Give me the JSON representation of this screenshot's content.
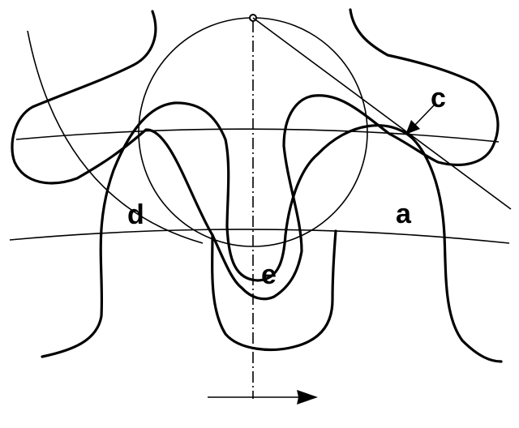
{
  "labels": {
    "a": "a",
    "c": "c",
    "d": "d",
    "e": "e"
  },
  "colors": {
    "ink": "#000000",
    "background": "#ffffff"
  }
}
